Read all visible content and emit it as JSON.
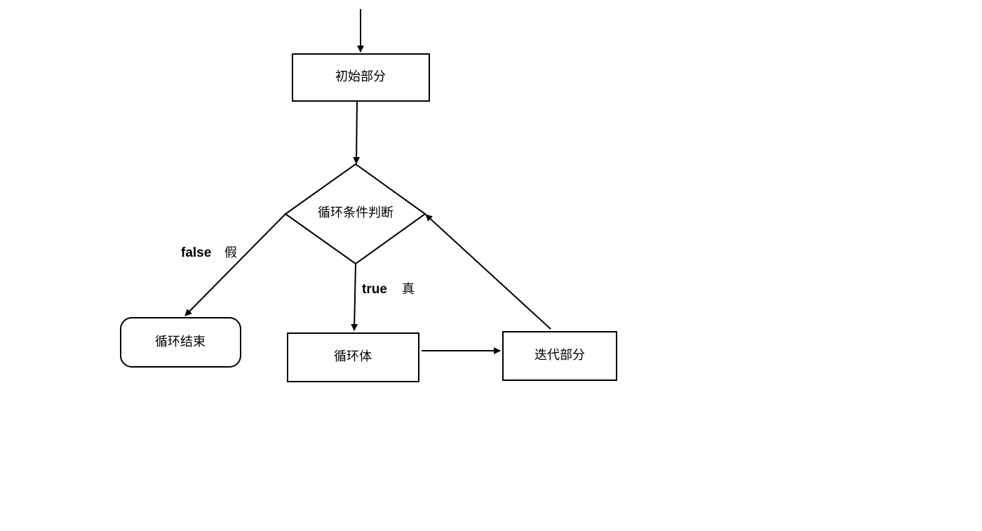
{
  "nodes": {
    "init": {
      "label": "初始部分",
      "shape": "rectangle"
    },
    "condition": {
      "label": "循环条件判断",
      "shape": "diamond"
    },
    "end": {
      "label": "循环结束",
      "shape": "rounded-rectangle"
    },
    "body": {
      "label": "循环体",
      "shape": "rectangle"
    },
    "iterate": {
      "label": "迭代部分",
      "shape": "rectangle"
    }
  },
  "edges": {
    "false_branch": {
      "en": "false",
      "zh": "假"
    },
    "true_branch": {
      "en": "true",
      "zh": "真"
    }
  },
  "colors": {
    "stroke": "#000000",
    "fill": "#ffffff",
    "background": "#ffffff"
  }
}
